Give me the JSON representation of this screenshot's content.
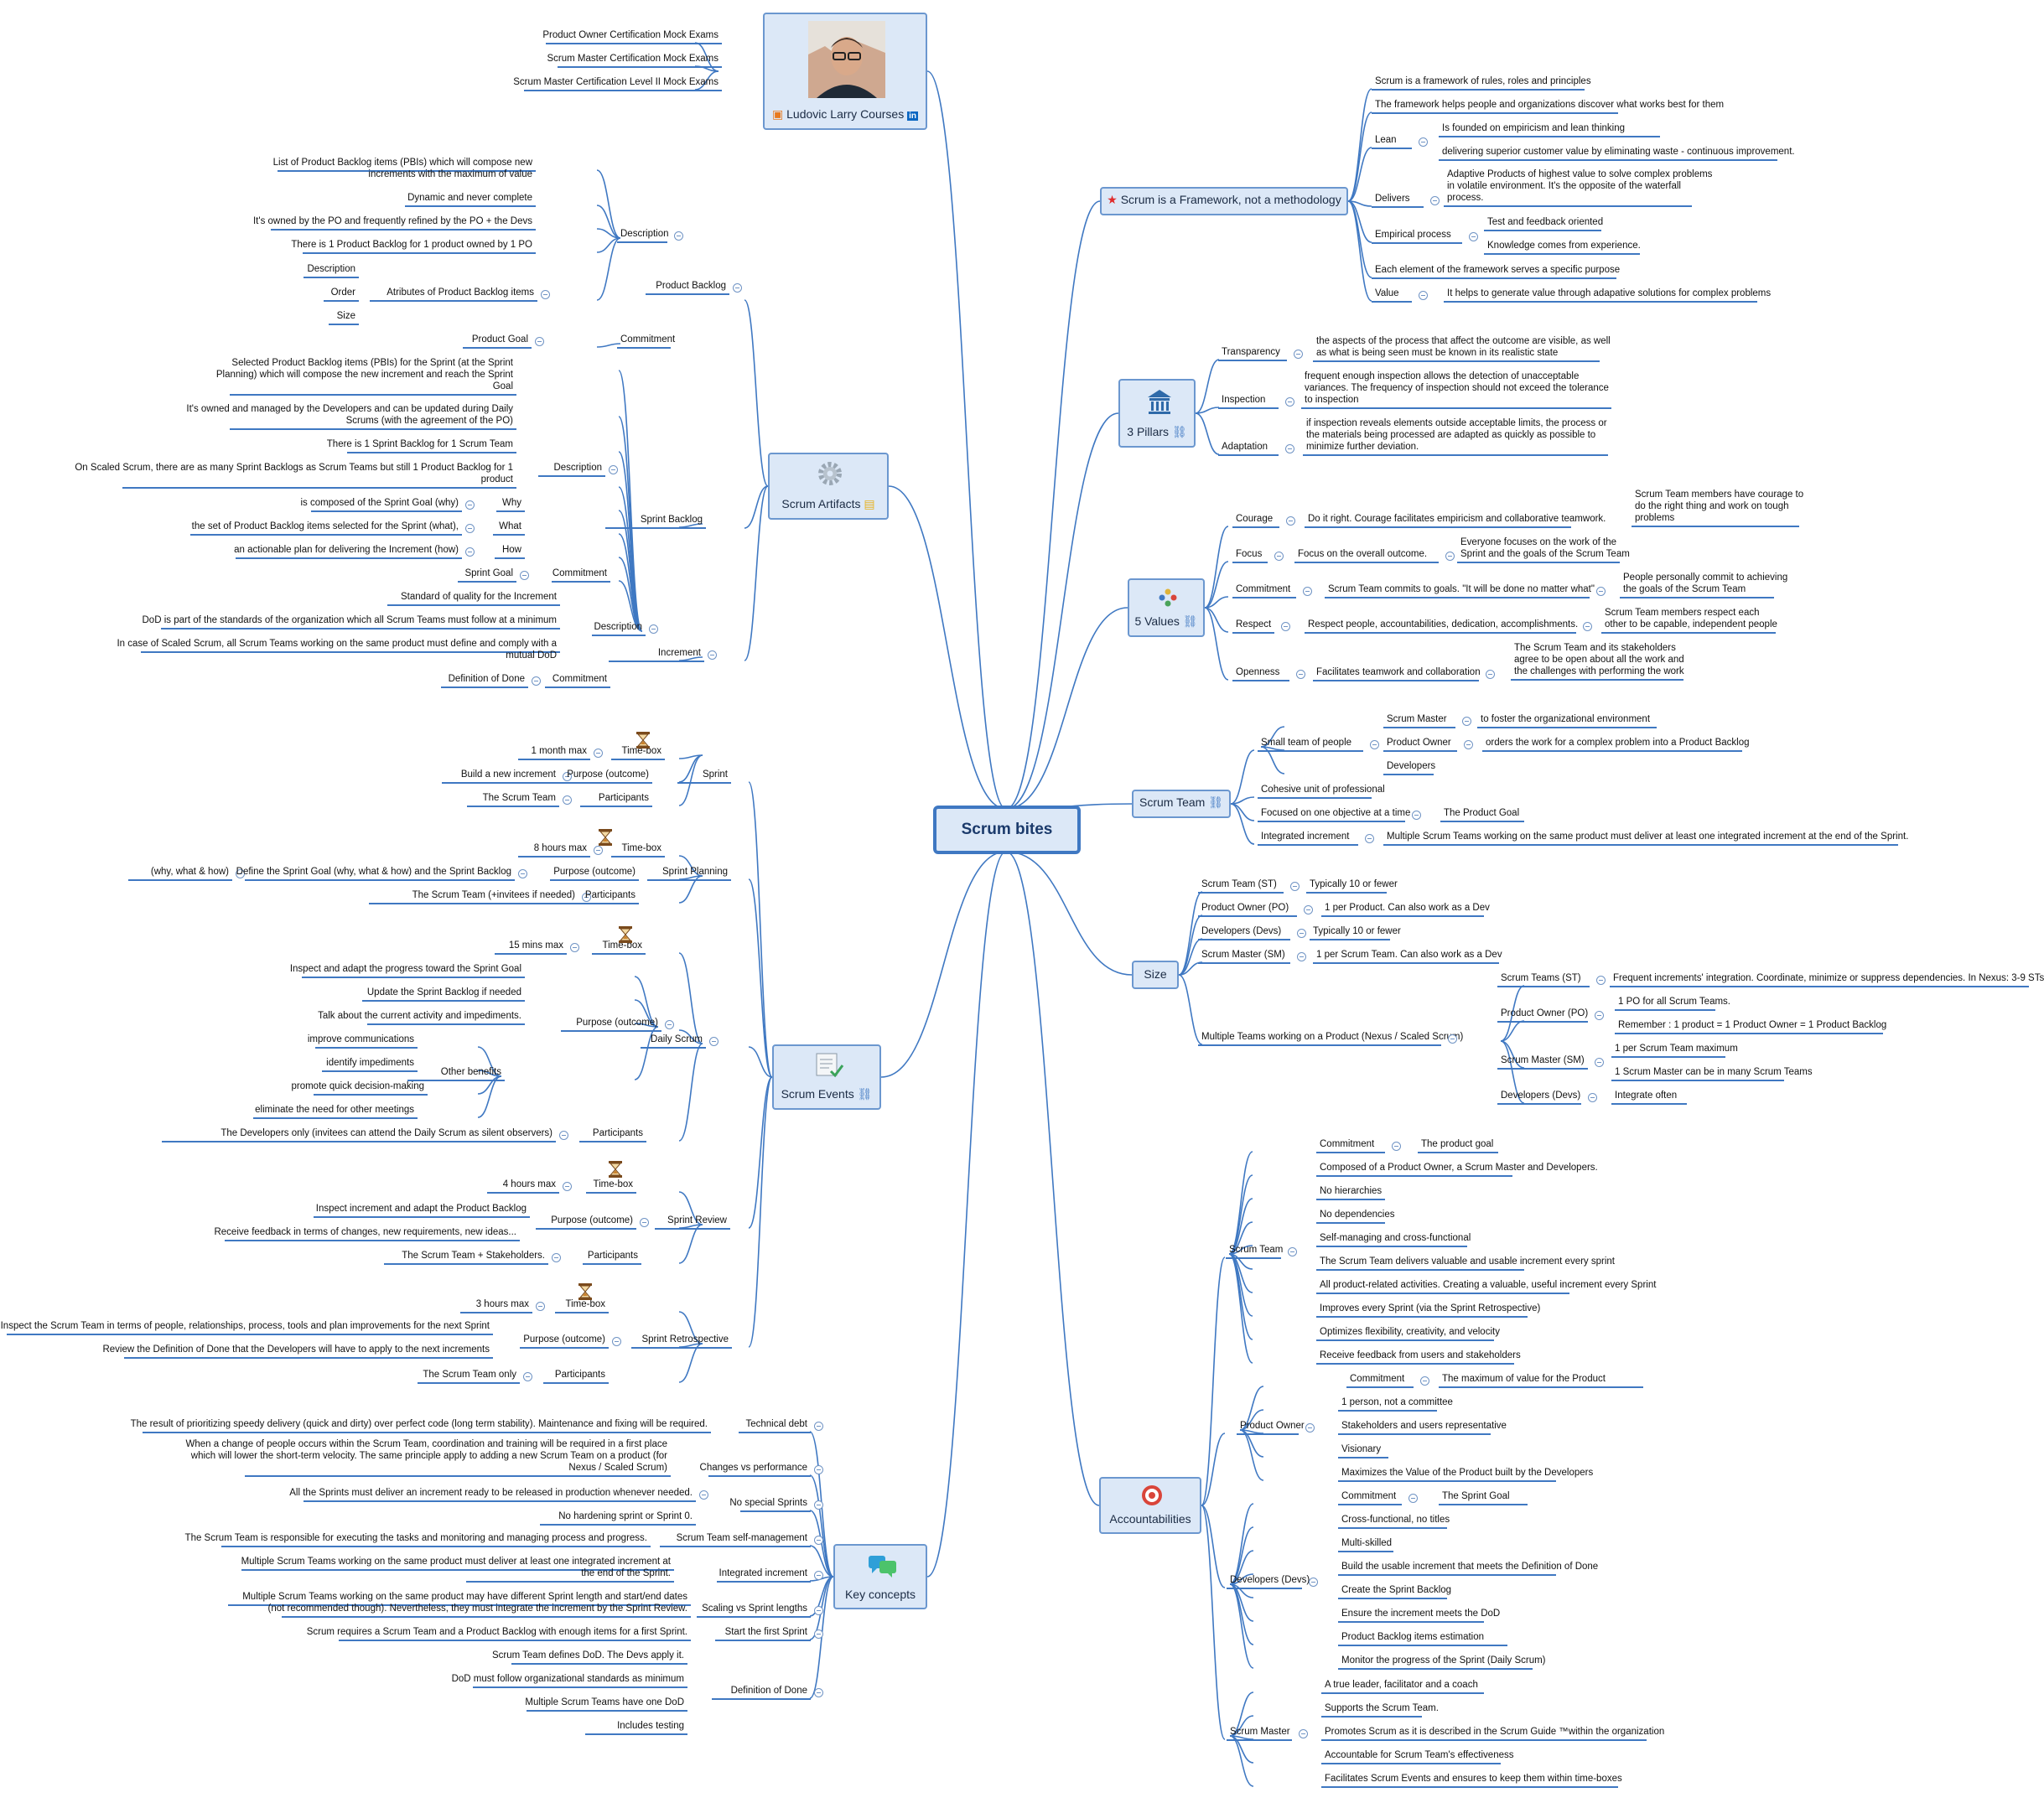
{
  "central": "Scrum bites",
  "colors": {
    "line": "#3f78c2",
    "topicFill": "#dce8f7",
    "topicBorder": "#6b97cf",
    "star": "#e02b2b"
  },
  "topics": {
    "profile": "Ludovic Larry Courses",
    "framework": "Scrum is a Framework, not a methodology",
    "pillars": "3 Pillars",
    "values": "5 Values",
    "team": "Scrum Team",
    "size": "Size",
    "accountabilities": "Accountabilities",
    "artifacts": "Scrum Artifacts",
    "events": "Scrum Events",
    "concepts": "Key concepts"
  },
  "icons": {
    "profile": "avatar-photo",
    "pillars": "bank-icon",
    "values": "dots-icon",
    "accountabilities": "target-icon",
    "artifacts": "gear-icon",
    "events": "checklist-icon",
    "concepts": "chat-bubbles-icon",
    "team": "link-icon",
    "timebox": "hourglass-icon"
  },
  "labels": [
    "Product Owner Certification Mock Exams",
    "Scrum Master Certification Mock Exams",
    "Scrum Master Certification Level II Mock Exams",
    "Scrum is a framework of rules, roles and principles",
    "The framework helps people and organizations discover what works best for them",
    "Lean",
    "Is founded on empiricism and lean thinking",
    "delivering superior customer value by eliminating waste - continuous improvement.",
    "Delivers",
    "Adaptive Products of highest value to solve complex problems",
    "in volatile environment. It's the opposite of the waterfall",
    "process.",
    "Empirical process",
    "Test and feedback oriented",
    "Knowledge comes from experience.",
    "Each element of the framework serves a specific purpose",
    "Value",
    "It helps to generate value through adapative solutions for complex problems",
    "Transparency",
    "the aspects of the process that affect the outcome are visible, as well",
    "as what is being seen must be known in its realistic state",
    "Inspection",
    "frequent enough inspection allows the detection of unacceptable",
    "variances. The frequency of inspection should not exceed the tolerance",
    "to inspection",
    "Adaptation",
    "if inspection reveals elements outside acceptable limits, the process or",
    "the materials being processed are adapted as quickly as possible to",
    "minimize further deviation.",
    "Courage",
    "Do it right. Courage facilitates empiricism and collaborative teamwork.",
    "Scrum Team members have courage to",
    "do the right thing and work on tough",
    "problems",
    "Focus",
    "Focus on the overall outcome.",
    "Everyone focuses on the work of the",
    "Sprint and the goals of the Scrum Team",
    "Commitment",
    "Scrum Team commits to goals. \"It will be done no matter what\"",
    "People personally commit to achieving",
    "the goals of the Scrum Team",
    "Respect",
    "Respect people, accountabilities, dedication, accomplishments.",
    "Scrum Team members respect each",
    "other to be capable, independent people",
    "Openness",
    "Facilitates teamwork and collaboration",
    "The Scrum Team and its stakeholders",
    "agree to be open about all the work and",
    "the challenges with performing the work",
    "Small team of people",
    "Scrum Master",
    "to foster the organizational environment",
    "Product Owner",
    "orders the work for a complex problem into a Product Backlog",
    "Developers",
    "Cohesive unit of professional",
    "Focused on one objective at a time",
    "The Product Goal",
    "Integrated increment",
    "Multiple Scrum Teams working on the same product must deliver at least one integrated increment at the end of the Sprint.",
    "Scrum Team (ST)",
    "Typically 10 or fewer",
    "Product Owner (PO)",
    "1 per Product. Can also work as a Dev",
    "Developers (Devs)",
    "Typically 10 or fewer",
    "Scrum Master (SM)",
    "1 per Scrum Team. Can also work as a Dev",
    "Multiple Teams working on a Product (Nexus / Scaled Scrum)",
    "Scrum Teams (ST)",
    "Frequent increments' integration. Coordinate, minimize or suppress dependencies. In Nexus: 3-9 STs",
    "Product Owner (PO)",
    "1 PO for all Scrum Teams.",
    "Remember : 1 product = 1 Product Owner = 1 Product Backlog",
    "Scrum Master (SM)",
    "1 per Scrum Team maximum",
    "1 Scrum Master can be in many Scrum Teams",
    "Developers (Devs)",
    "Integrate often",
    "Scrum Team",
    "Commitment",
    "The product goal",
    "Composed of a Product Owner, a Scrum Master and Developers.",
    "No hierarchies",
    "No dependencies",
    "Self-managing and cross-functional",
    "The Scrum Team delivers valuable and usable increment every sprint",
    "All product-related activities. Creating a valuable, useful increment every Sprint",
    "Improves every Sprint (via the Sprint Retrospective)",
    "Optimizes flexibility, creativity, and velocity",
    "Receive feedback from users and stakeholders",
    "Product Owner",
    "Commitment",
    "The maximum of value for the Product",
    "1 person, not a committee",
    "Stakeholders and users representative",
    "Visionary",
    "Maximizes the Value of the Product built by the Developers",
    "Developers (Devs)",
    "Commitment",
    "The Sprint Goal",
    "Cross-functional, no titles",
    "Multi-skilled",
    "Build the usable increment that meets the Definition of Done",
    "Create the Sprint Backlog",
    "Ensure the increment meets the DoD",
    "Product Backlog items estimation",
    "Monitor the progress of the Sprint (Daily Scrum)",
    "Scrum Master",
    "A true leader, facilitator and a coach",
    "Supports the Scrum Team.",
    "Promotes Scrum as it is described in the Scrum Guide ™within the organization",
    "Accountable for Scrum Team's effectiveness",
    "Facilitates Scrum Events and ensures to keep them within time-boxes",
    "List of Product Backlog items (PBIs) which will compose new",
    "increments with the maximum of value",
    "Dynamic and never complete",
    "It's owned by the PO and frequently refined by the PO + the Devs",
    "There is 1 Product Backlog for 1 product owned by 1 PO",
    "Description",
    "Description",
    "Order",
    "Size",
    "Atributes of Product Backlog items",
    "Product Backlog",
    "Product Goal",
    "Commitment",
    "Selected Product Backlog items (PBIs) for the Sprint (at the Sprint",
    "Planning) which will compose the new increment and reach the Sprint",
    "Goal",
    "It's owned and managed by the Developers and can be updated during Daily",
    "Scrums (with the agreement of the PO)",
    "There is 1 Sprint Backlog for 1 Scrum Team",
    "On Scaled Scrum, there are as many Sprint Backlogs as Scrum Teams but still 1 Product Backlog for 1",
    "product",
    "Description",
    "is composed of the Sprint Goal (why)",
    "Why",
    "the set of Product Backlog items selected for the Sprint (what),",
    "What",
    "an actionable plan for delivering the Increment (how)",
    "How",
    "Sprint Backlog",
    "Sprint Goal",
    "Commitment",
    "Standard of quality for the Increment",
    "DoD is part of the standards of the organization which all Scrum Teams must follow at a minimum",
    "Description",
    "In case of Scaled Scrum, all Scrum Teams working on the same product must define and comply with a",
    "mutual DoD",
    "Increment",
    "Definition of Done",
    "Commitment",
    "1 month max",
    "Time-box",
    "Build a new increment",
    "Purpose (outcome)",
    "Sprint",
    "The Scrum Team",
    "Participants",
    "8 hours max",
    "Time-box",
    "(why, what & how)",
    "Define the Sprint Goal (why, what & how) and the Sprint Backlog",
    "Purpose (outcome)",
    "Sprint Planning",
    "The Scrum Team (+invitees if needed)",
    "Participants",
    "15 mins max",
    "Time-box",
    "Inspect and adapt the progress toward the Sprint Goal",
    "Update the Sprint Backlog if needed",
    "Talk about the current activity and impediments.",
    "Purpose (outcome)",
    "improve communications",
    "identify impediments",
    "Other benefits",
    "promote quick decision-making",
    "eliminate the need for other meetings",
    "Daily Scrum",
    "The Developers only (invitees can attend the Daily Scrum as silent observers)",
    "Participants",
    "4 hours max",
    "Time-box",
    "Inspect increment and adapt the Product Backlog",
    "Purpose (outcome)",
    "Sprint Review",
    "Receive feedback in terms of changes, new requirements, new ideas...",
    "The Scrum Team + Stakeholders.",
    "Participants",
    "3 hours max",
    "Time-box",
    "Inspect the Scrum Team in terms of people, relationships, process, tools and plan improvements for the next Sprint",
    "Purpose (outcome)",
    "Sprint Retrospective",
    "Review the Definition of Done that the Developers will have to apply to the next increments",
    "The Scrum Team only",
    "Participants",
    "The result of prioritizing speedy delivery (quick and dirty) over perfect code (long term stability). Maintenance and fixing will be required.",
    "Technical debt",
    "When a change of people occurs within the Scrum Team, coordination and training will be required in a first place",
    "which will lower the short-term velocity. The same principle apply to adding a new Scrum Team on a product (for",
    "Nexus / Scaled Scrum)",
    "Changes vs performance",
    "All the Sprints must deliver an increment ready to be released in production whenever needed.",
    "No special Sprints",
    "No hardening sprint or Sprint 0.",
    "The Scrum Team is responsible for executing the tasks and monitoring and managing process and progress.",
    "Scrum Team self-management",
    "Multiple Scrum Teams working on the same product must deliver at least one integrated increment at",
    "the end of the Sprint.",
    "Integrated increment",
    "Multiple Scrum Teams working on the same product may have different Sprint length and start/end dates",
    "(not recommended though). Nevertheless, they must integrate the increment by the Sprint Review.",
    "Scaling vs Sprint lengths",
    "Scrum requires a Scrum Team and a Product Backlog with enough items for a first Sprint.",
    "Start the first Sprint",
    "Scrum Team defines DoD. The Devs apply it.",
    "DoD must follow organizational standards as minimum",
    "Definition of Done",
    "Multiple Scrum Teams have one DoD",
    "Includes testing"
  ]
}
